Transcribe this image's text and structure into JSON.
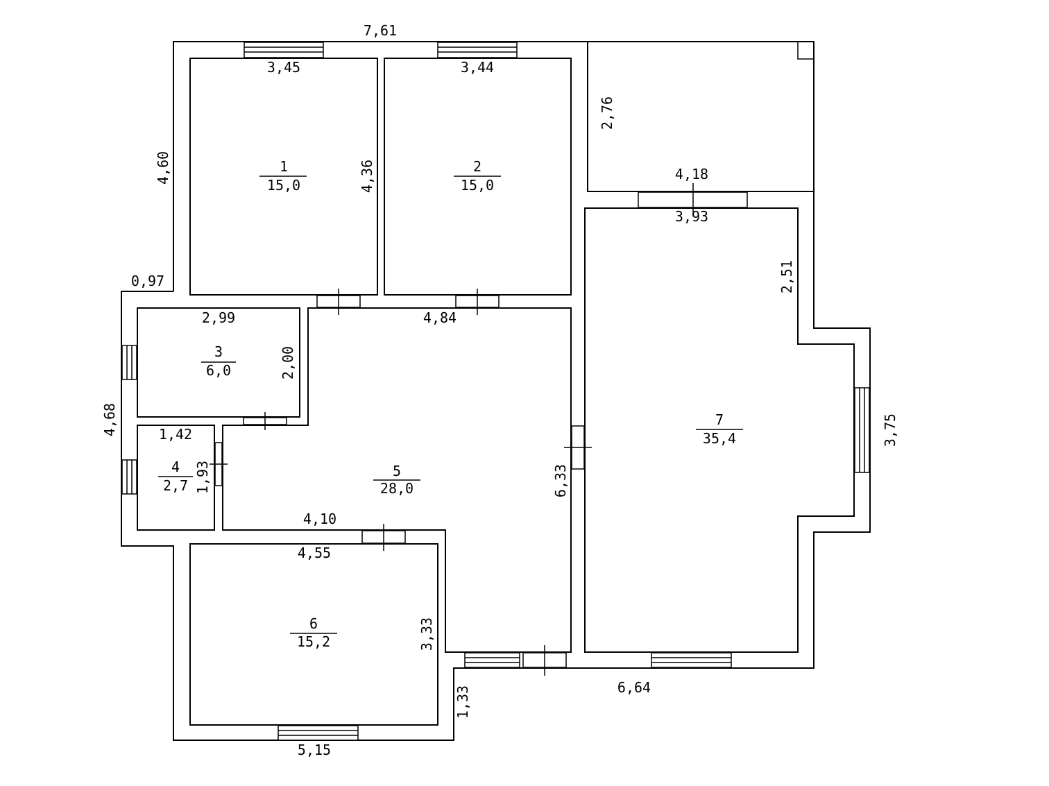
{
  "plan": {
    "rooms": [
      {
        "num": "1",
        "area": "15,0"
      },
      {
        "num": "2",
        "area": "15,0"
      },
      {
        "num": "3",
        "area": "6,0"
      },
      {
        "num": "4",
        "area": "2,7"
      },
      {
        "num": "5",
        "area": "28,0"
      },
      {
        "num": "6",
        "area": "15,2"
      },
      {
        "num": "7",
        "area": "35,4"
      }
    ],
    "dimensions": {
      "top_overall": "7,61",
      "room1_top": "3,45",
      "room2_top": "3,44",
      "outer_left_upper": "4,60",
      "room1_right": "4,36",
      "terrace_left": "2,76",
      "terrace_bottom": "4,18",
      "room7_top": "3,93",
      "room7_right_upper": "2,51",
      "left_step": "0,97",
      "room3_top": "2,99",
      "room5_top": "4,84",
      "room3_right": "2,00",
      "outer_left_mid": "4,68",
      "room4_top": "1,42",
      "room4_right": "1,93",
      "room5_right": "6,33",
      "room7_bay": "3,75",
      "room5_bottom": "4,10",
      "room6_top": "4,55",
      "room6_right": "3,33",
      "bottom_step": "1,33",
      "bottom_right": "6,64",
      "bottom_left": "5,15"
    }
  }
}
